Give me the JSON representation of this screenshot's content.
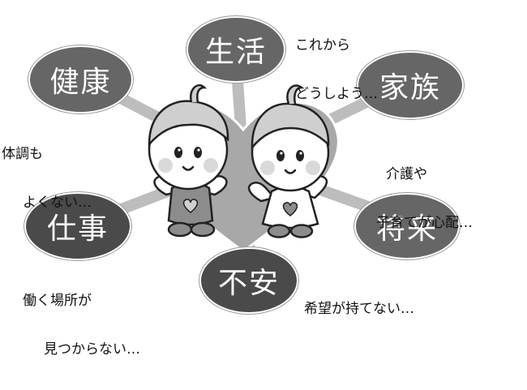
{
  "bubbles": {
    "health": "健康",
    "life": "生活",
    "family": "家族",
    "work": "仕事",
    "future": "将来",
    "anxiety": "不安"
  },
  "captions": {
    "health": [
      "体調も",
      "よくない…"
    ],
    "life": [
      "これから",
      "どうしよう…"
    ],
    "family": [
      "介護や",
      "子育てが心配…"
    ],
    "work": [
      "働く場所が",
      "見つからない…"
    ],
    "future": [
      "希望が持てない…"
    ]
  },
  "colors": {
    "bubble_dark": "#4a4a4a",
    "bubble_mid": "#666666",
    "spoke": "#bdbdbd",
    "heart": "#9e9e9e",
    "hair": "#cfcfcf"
  },
  "icons": [
    "boy-character-icon",
    "girl-character-icon",
    "heart-background-icon"
  ]
}
